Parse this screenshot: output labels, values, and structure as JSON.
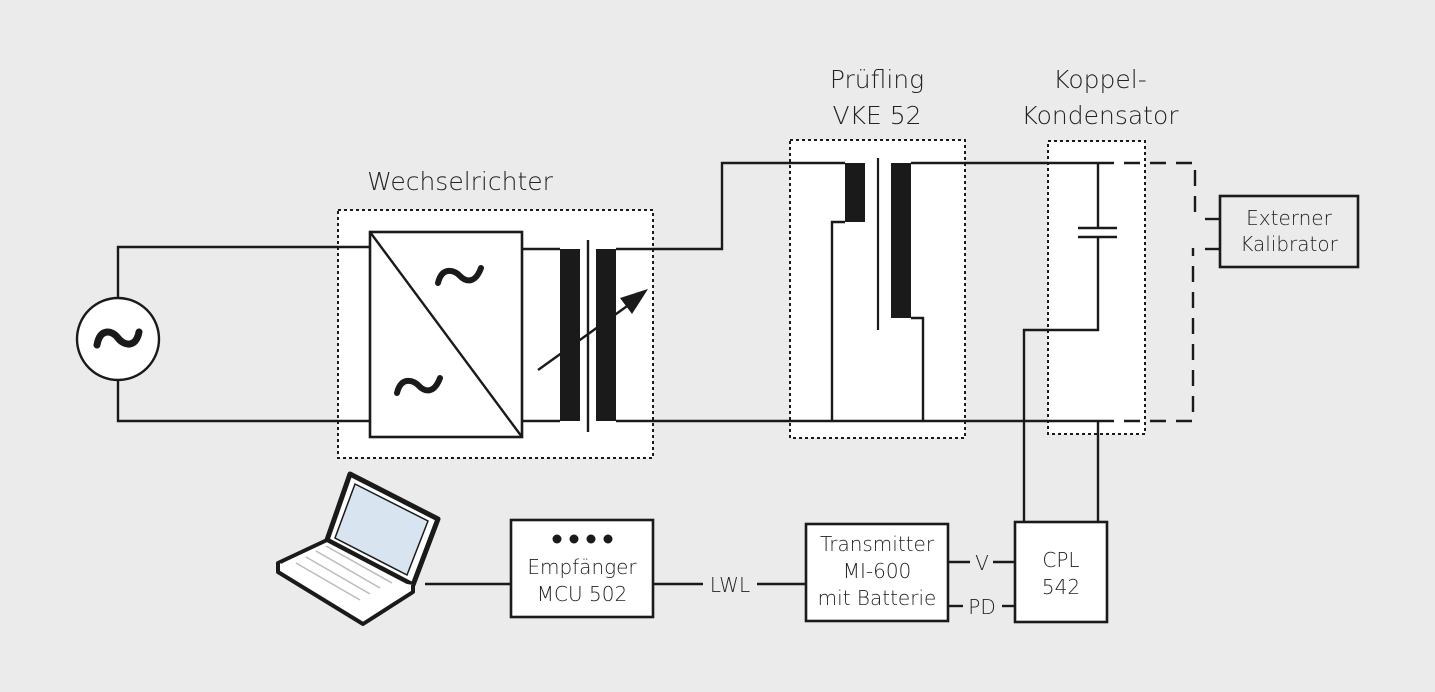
{
  "labels": {
    "inverter": "Wechselrichter",
    "dut_line1": "Prüfling",
    "dut_line2": "VKE 52",
    "coupling_line1": "Koppel-",
    "coupling_line2": "Kondensator",
    "calibrator_line1": "Externer",
    "calibrator_line2": "Kalibrator",
    "receiver_line1": "Empfänger",
    "receiver_line2": "MCU 502",
    "fiber": "LWL",
    "transmitter_line1": "Transmitter",
    "transmitter_line2": "MI-600",
    "transmitter_line3": "mit Batterie",
    "voltage": "V",
    "pd": "PD",
    "cpl_line1": "CPL",
    "cpl_line2": "542",
    "ac_symbol": "~"
  },
  "icons": {
    "ac_source": "ac-source-icon",
    "converter": "ac-ac-converter-icon",
    "transformer": "variable-transformer-icon",
    "capacitor": "capacitor-icon",
    "laptop": "laptop-icon",
    "led_dots": "status-led-icon"
  }
}
